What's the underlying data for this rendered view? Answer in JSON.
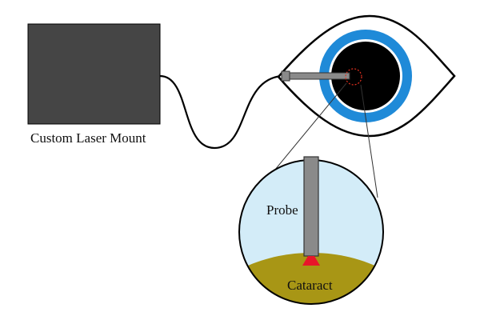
{
  "labels": {
    "laser_mount": "Custom Laser Mount",
    "probe": "Probe",
    "cataract": "Cataract"
  },
  "colors": {
    "laser_mount_fill": "#454545",
    "cable": "#000000",
    "eye_outline": "#000000",
    "iris": "#1f8ad8",
    "pupil": "#000000",
    "probe_fill": "#8a8a8a",
    "probe_outline": "#333333",
    "focus_marker": "#e0301e",
    "magnified_background": "#d3ecf8",
    "cataract_fill": "#a89615",
    "probe_tip": "#e8162a"
  }
}
